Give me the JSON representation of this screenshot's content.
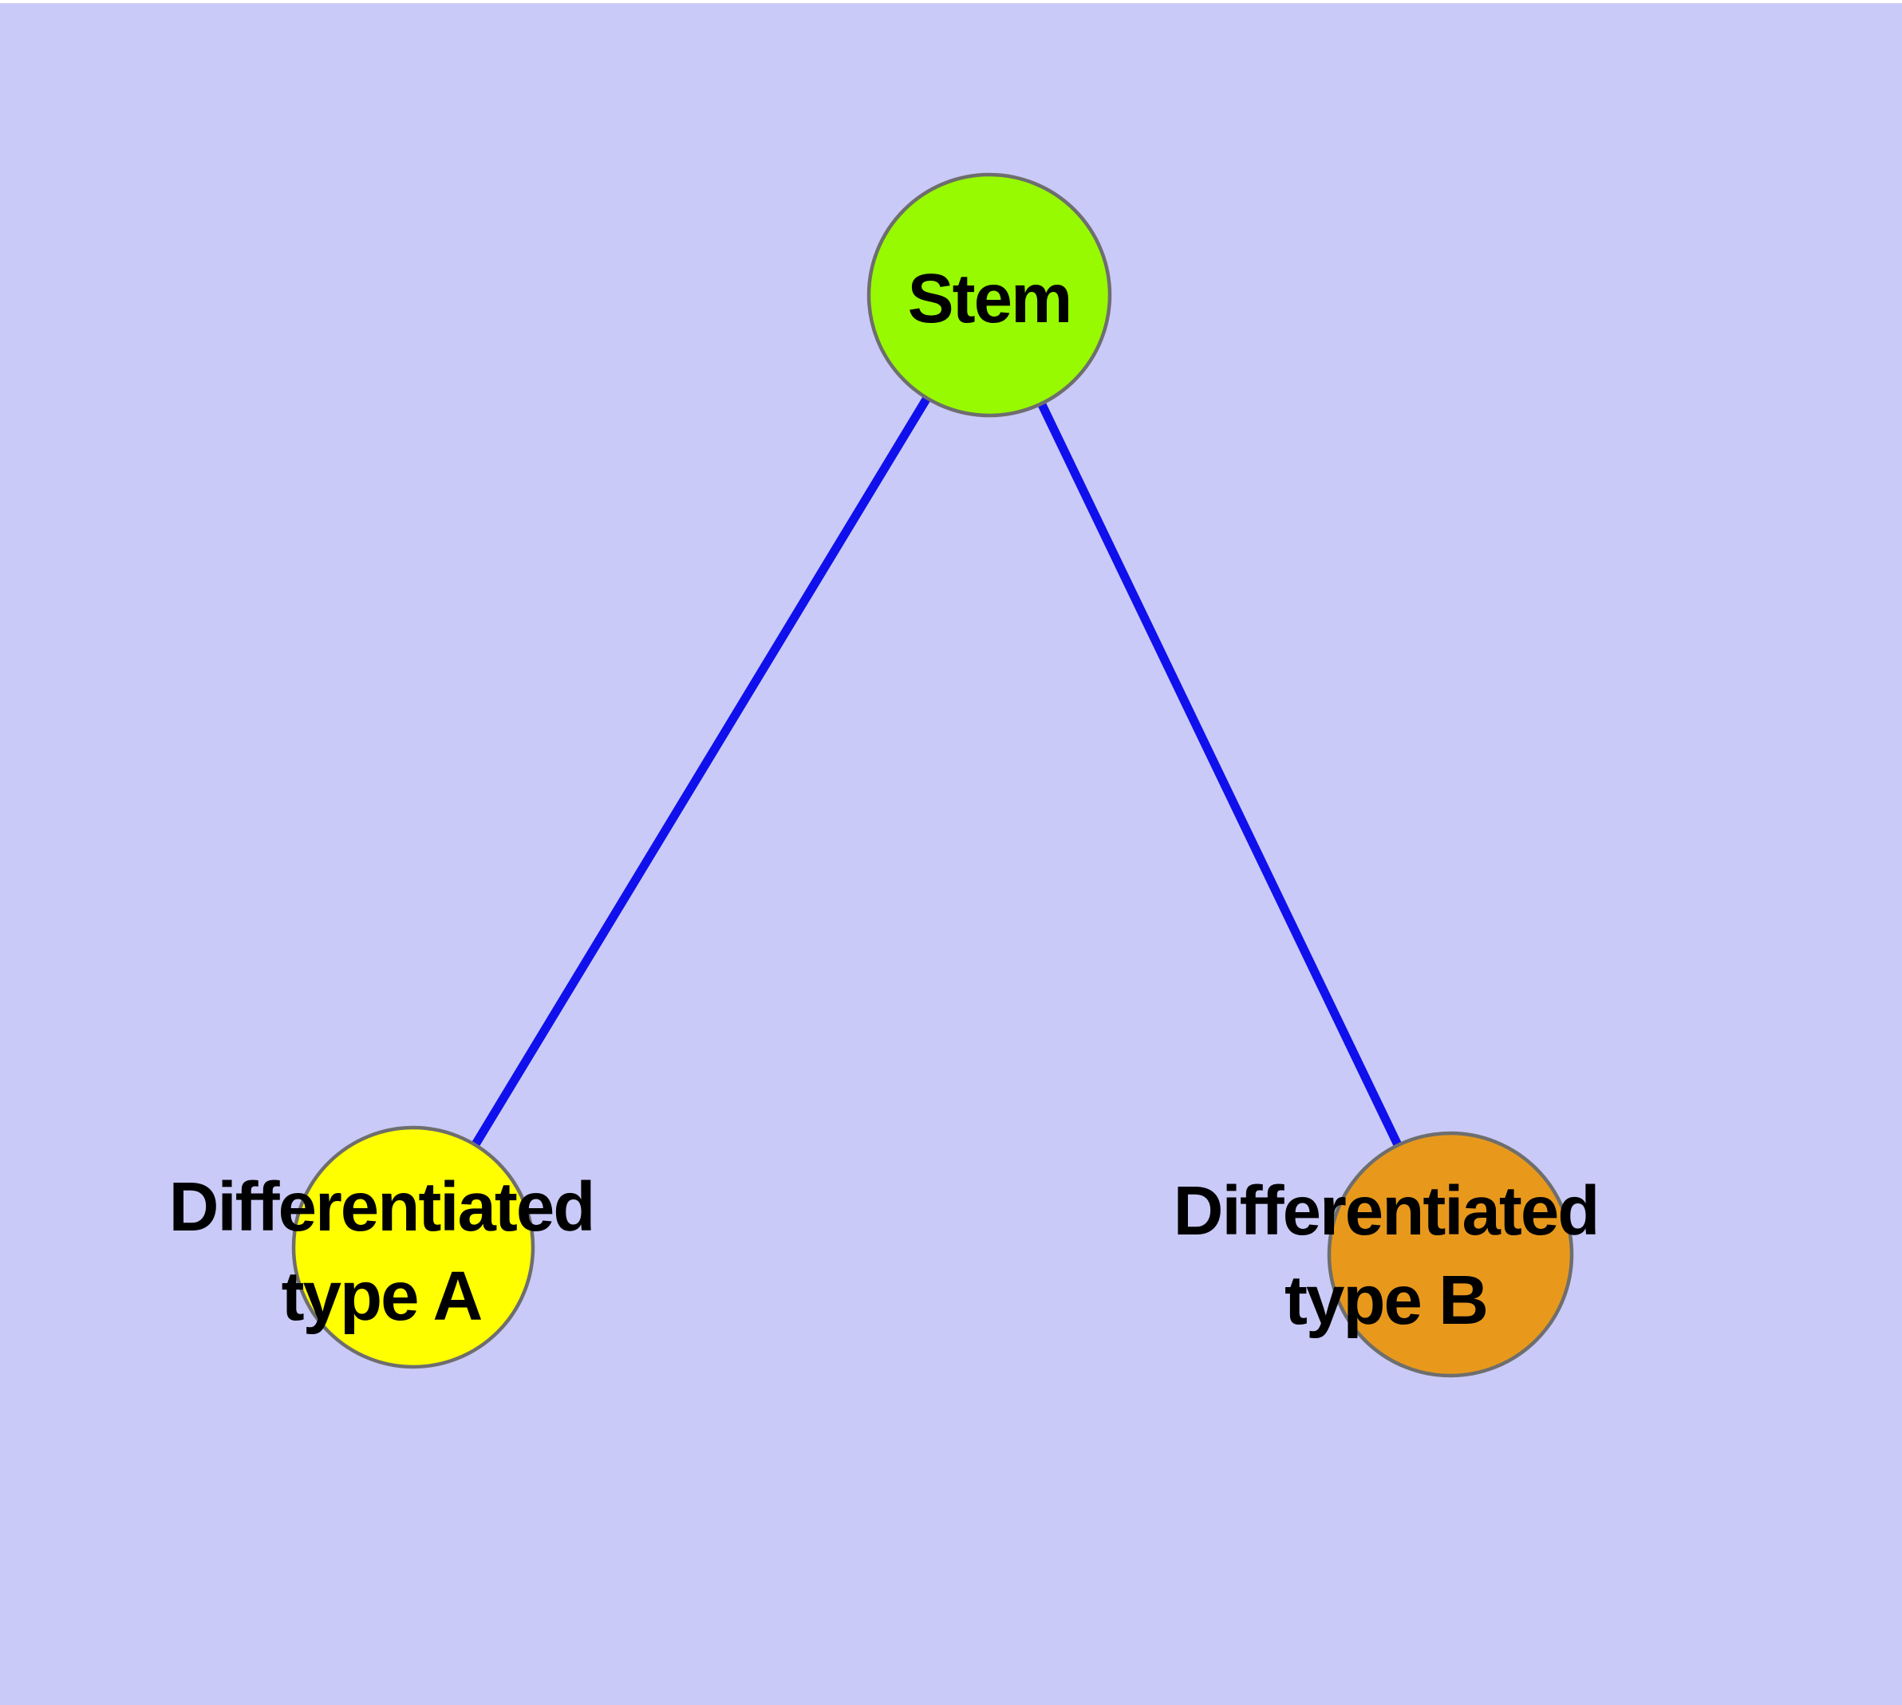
{
  "colors": {
    "background": "#CACAF8",
    "top_strip": "#FFFFFF",
    "edge": "#1010EC",
    "node_border": "#6E6E6E",
    "label_text": "#000000"
  },
  "graph": {
    "nodes": [
      {
        "id": "stem",
        "label_lines": [
          "Stem"
        ],
        "fill": "#97FA00"
      },
      {
        "id": "differentiated-type-a",
        "label_lines": [
          "Differentiated",
          "type A"
        ],
        "fill": "#FFFF00"
      },
      {
        "id": "differentiated-type-b",
        "label_lines": [
          "Differentiated",
          "type B"
        ],
        "fill": "#E8991C"
      }
    ],
    "edges": [
      {
        "from": "stem",
        "to": "differentiated-type-a"
      },
      {
        "from": "stem",
        "to": "differentiated-type-b"
      }
    ]
  }
}
